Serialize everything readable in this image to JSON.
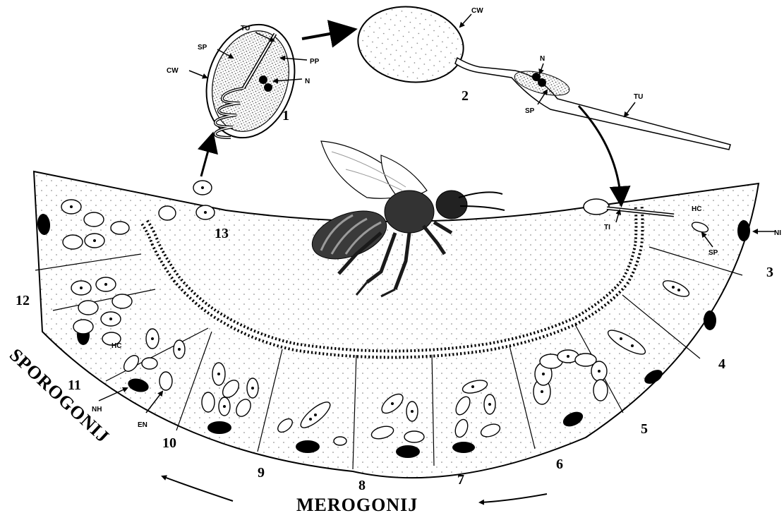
{
  "labels": {
    "cw_spore": "CW",
    "tu_spore": "TU",
    "sp_spore": "SP",
    "pp": "PP",
    "n_spore": "N",
    "cw_germ": "CW",
    "n_germ": "N",
    "sp_germ": "SP",
    "tu_germ": "TU",
    "hc_right": "HC",
    "ti": "TI",
    "sp_right": "SP",
    "ni": "NI",
    "hc_left": "HC",
    "nh": "NH",
    "en": "EN"
  },
  "stages": [
    "1",
    "2",
    "3",
    "4",
    "5",
    "6",
    "7",
    "8",
    "9",
    "10",
    "11",
    "12",
    "13"
  ],
  "captions": {
    "merogony": "MEROGONIJ",
    "sporogony": "SPOROGONIJ"
  }
}
